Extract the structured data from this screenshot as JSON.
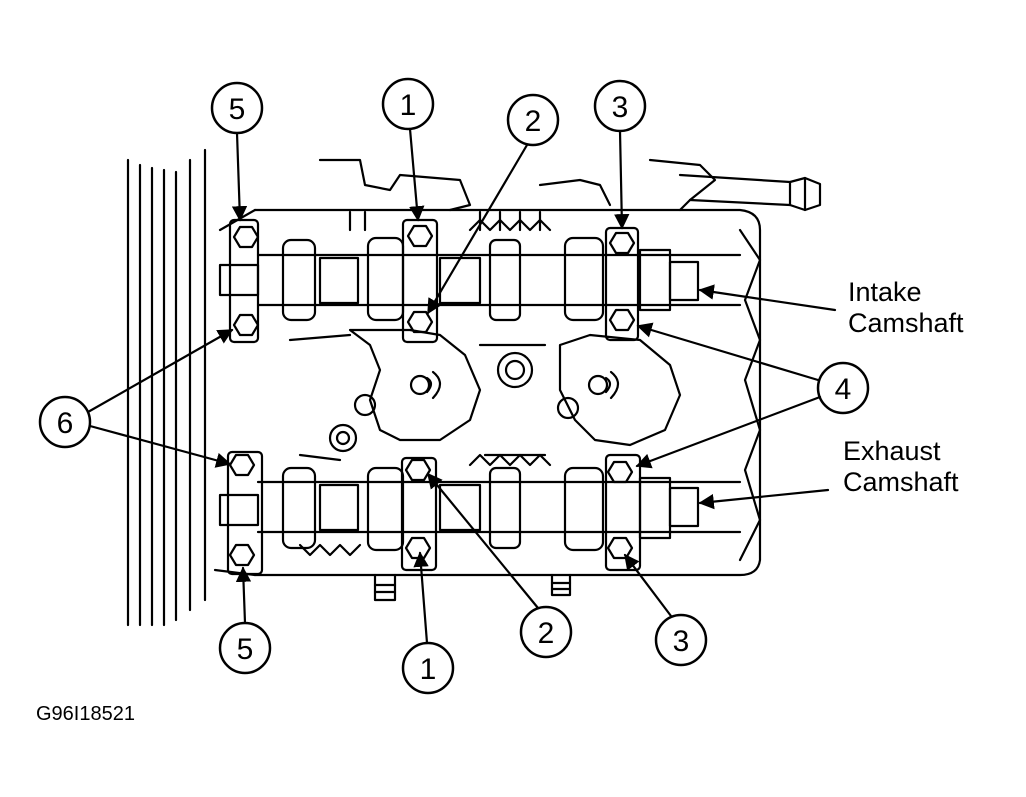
{
  "labels": {
    "intake_line1": "Intake",
    "intake_line2": "Camshaft",
    "exhaust_line1": "Exhaust",
    "exhaust_line2": "Camshaft",
    "figure_id": "G96I18521"
  },
  "callouts": [
    "1",
    "2",
    "3",
    "4",
    "5",
    "6",
    "5",
    "1",
    "2",
    "3"
  ],
  "colors": {
    "line": "#000000",
    "background": "#ffffff"
  }
}
